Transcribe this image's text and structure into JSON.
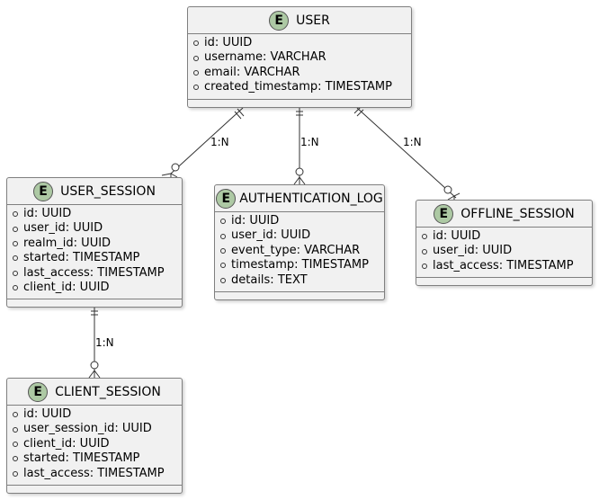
{
  "entities": [
    {
      "badge": "E",
      "name": "USER",
      "fields": [
        "id: UUID",
        "username: VARCHAR",
        "email: VARCHAR",
        "created_timestamp: TIMESTAMP"
      ]
    },
    {
      "badge": "E",
      "name": "USER_SESSION",
      "fields": [
        "id: UUID",
        "user_id: UUID",
        "realm_id: UUID",
        "started: TIMESTAMP",
        "last_access: TIMESTAMP",
        "client_id: UUID"
      ]
    },
    {
      "badge": "E",
      "name": "AUTHENTICATION_LOG",
      "fields": [
        "id: UUID",
        "user_id: UUID",
        "event_type: VARCHAR",
        "timestamp: TIMESTAMP",
        "details: TEXT"
      ]
    },
    {
      "badge": "E",
      "name": "OFFLINE_SESSION",
      "fields": [
        "id: UUID",
        "user_id: UUID",
        "last_access: TIMESTAMP"
      ]
    },
    {
      "badge": "E",
      "name": "CLIENT_SESSION",
      "fields": [
        "id: UUID",
        "user_session_id: UUID",
        "client_id: UUID",
        "started: TIMESTAMP",
        "last_access: TIMESTAMP"
      ]
    }
  ],
  "relationships": [
    {
      "from": "USER",
      "to": "USER_SESSION",
      "label": "1:N"
    },
    {
      "from": "USER",
      "to": "AUTHENTICATION_LOG",
      "label": "1:N"
    },
    {
      "from": "USER",
      "to": "OFFLINE_SESSION",
      "label": "1:N"
    },
    {
      "from": "USER_SESSION",
      "to": "CLIENT_SESSION",
      "label": "1:N"
    }
  ]
}
